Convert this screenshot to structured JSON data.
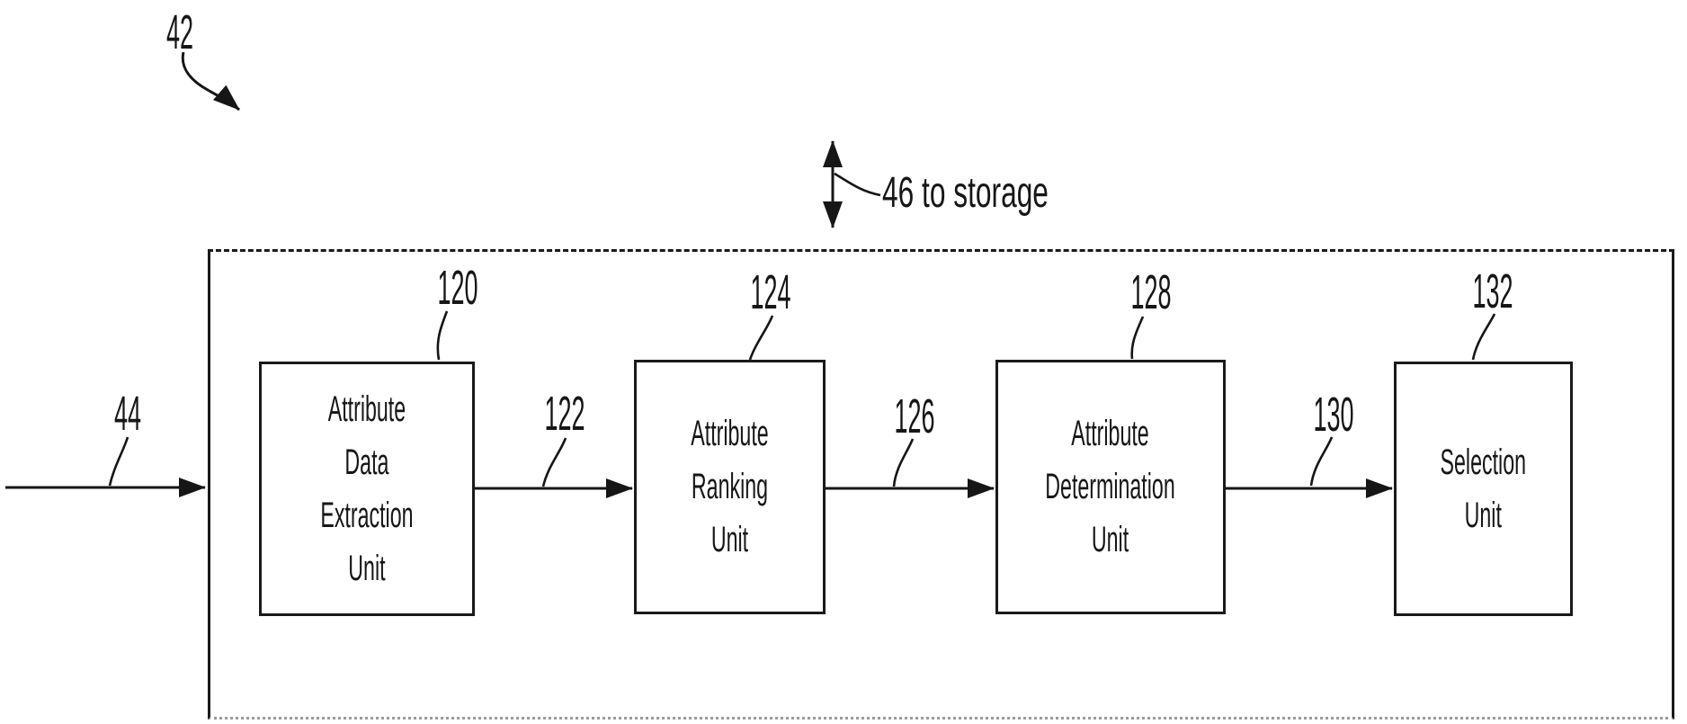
{
  "figure": {
    "diagram_ref": "42",
    "input_ref": "44",
    "storage_note": "46 to storage",
    "boxes": [
      {
        "ref": "120",
        "lines": [
          "Attribute",
          "Data",
          "Extraction",
          "Unit"
        ]
      },
      {
        "ref": "124",
        "lines": [
          "Attribute",
          "Ranking",
          "Unit"
        ]
      },
      {
        "ref": "128",
        "lines": [
          "Attribute",
          "Determination",
          "Unit"
        ]
      },
      {
        "ref": "132",
        "lines": [
          "Selection",
          "Unit"
        ]
      }
    ],
    "flow_refs": [
      "122",
      "126",
      "130"
    ]
  },
  "colors": {
    "ink": "#161616",
    "outer_bottom_border": "#9b9b9b",
    "background": "#ffffff"
  }
}
